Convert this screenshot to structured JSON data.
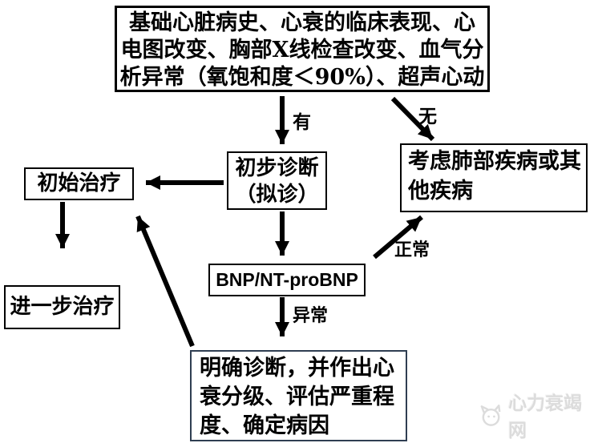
{
  "diagram": {
    "title": "heart-failure-diagnosis-flowchart",
    "boxes": {
      "criteria": {
        "lines": [
          "基础心脏病史、心衰的临床表现、心",
          "电图改变、胸部X线检查改变、血气分",
          "析异常（氧饱和度＜90%）、超声心动"
        ]
      },
      "preliminary": {
        "lines": [
          "初步诊断",
          "（拟诊）"
        ]
      },
      "other_disease": {
        "lines": [
          "考虑肺部疾病或其",
          "他疾病"
        ]
      },
      "initial_treatment": {
        "label": "初始治疗"
      },
      "further_treatment": {
        "label": "进一步治疗"
      },
      "bnp": {
        "label": "BNP/NT-proBNP"
      },
      "confirm": {
        "lines": [
          "明确诊断，并作出心",
          "衰分级、评估严重程",
          "度、确定病因"
        ]
      }
    },
    "edge_labels": {
      "yes": "有",
      "no": "无",
      "normal": "正常",
      "abnormal": "异常"
    },
    "colors": {
      "background": "#ffffff",
      "line": "#000000",
      "box_border": "#000000",
      "confirm_box_border": "#2f3e52",
      "watermark_text": "#dcdcdc"
    },
    "watermark": {
      "icon": "cat-face-icon",
      "text": "心力衰竭网"
    }
  }
}
